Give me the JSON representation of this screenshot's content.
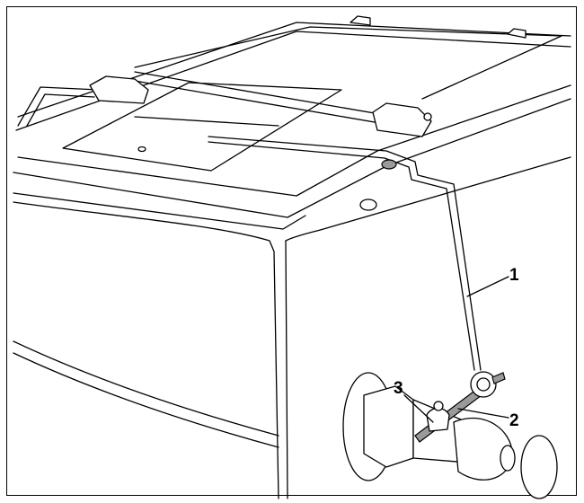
{
  "figure": {
    "callouts": [
      {
        "label": "1",
        "part": "rod"
      },
      {
        "label": "2",
        "part": "spindle"
      },
      {
        "label": "3",
        "part": "clamp-screw"
      }
    ],
    "colors": {
      "line": "#000000",
      "rod_fill": "#9a9a9a",
      "background": "#ffffff"
    }
  }
}
